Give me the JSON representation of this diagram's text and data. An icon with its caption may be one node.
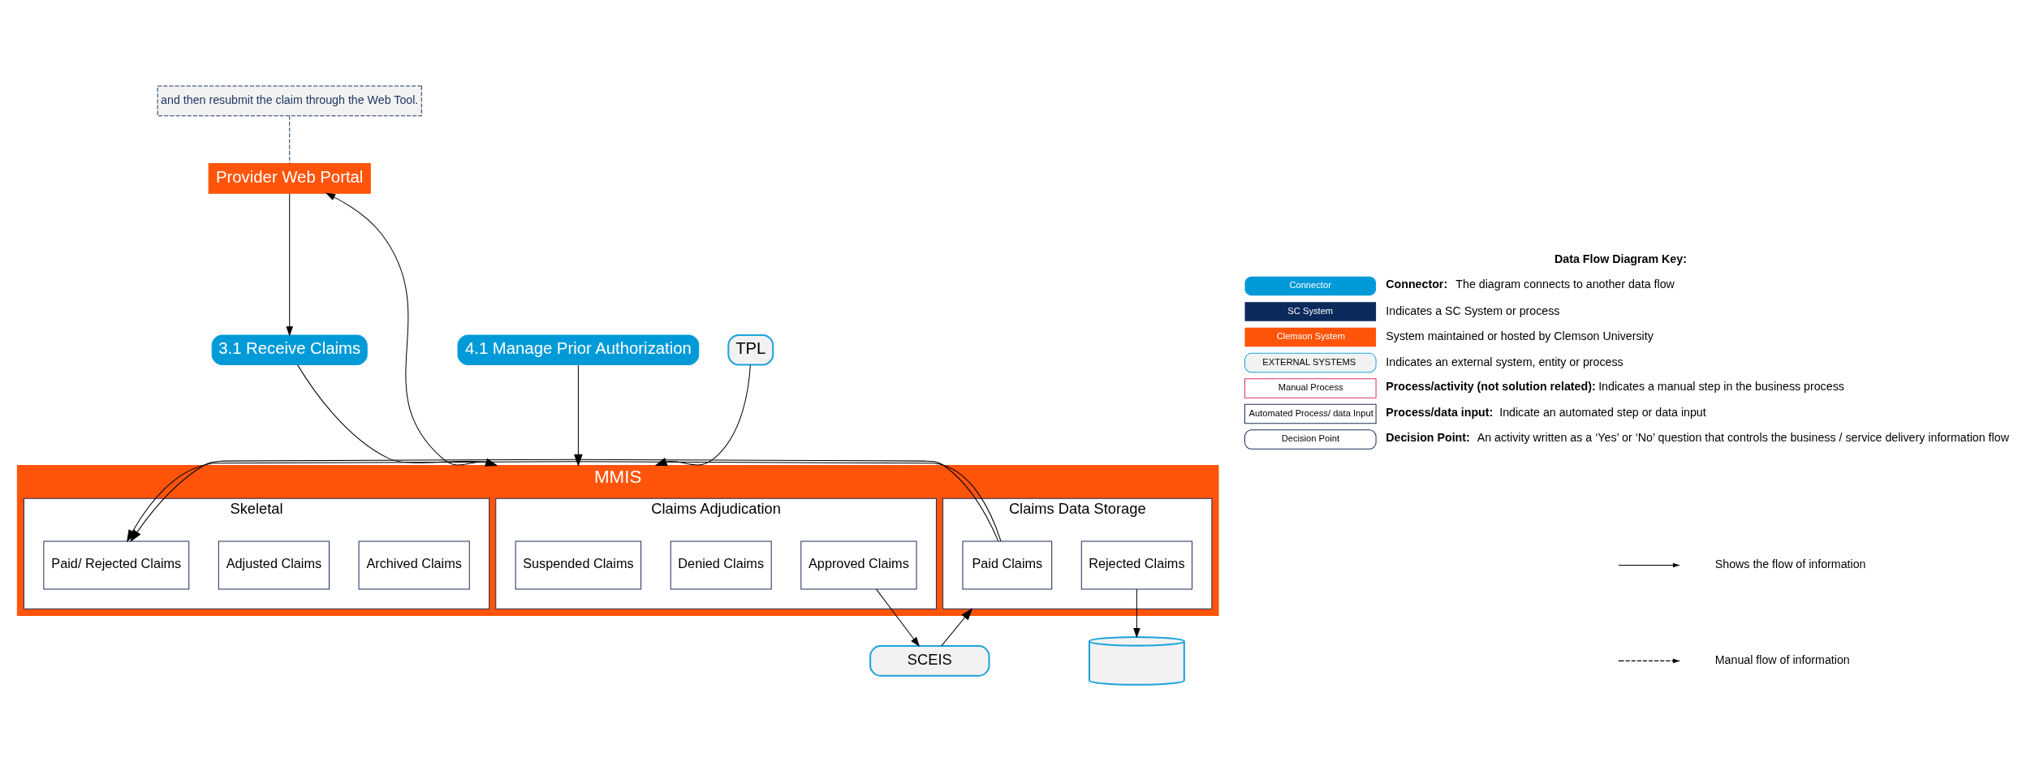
{
  "diagram": {
    "nodes": [
      {
        "text": [
          "and then resubmit the claim through the Web Tool."
        ]
      },
      {
        "text": [
          "Provider Web Portal"
        ]
      },
      {
        "text": [],
        "shape": "cylinder"
      },
      {
        "text": [
          "MMIS"
        ]
      },
      {
        "text": [
          "Claims Adjudication"
        ],
        "in": 3
      },
      {
        "text": [
          "Suspended Claims"
        ],
        "in": 4
      },
      {
        "text": [
          "Denied Claims"
        ],
        "in": 4
      },
      {
        "text": [
          "Approved Claims"
        ],
        "in": 4
      },
      {
        "text": [
          "Claims Data Storage"
        ],
        "in": 3
      },
      {
        "text": [
          "Paid Claims"
        ],
        "in": 8
      },
      {
        "text": [
          "Rejected Claims"
        ],
        "in": 8
      },
      {
        "text": [
          "Skeletal"
        ],
        "in": 3
      },
      {
        "text": [
          "Paid/ Rejected Claims"
        ],
        "in": 11
      },
      {
        "text": [
          "Adjusted Claims"
        ],
        "in": 11
      },
      {
        "text": [
          "Archived Claims"
        ],
        "in": 11
      },
      {
        "text": [
          "3.1 Receive Claims"
        ]
      },
      {
        "text": [
          "4.1 Manage Prior Authorization"
        ]
      },
      {
        "text": [
          "TPL"
        ]
      },
      {
        "text": [
          "SCEIS"
        ]
      }
    ],
    "edges": [
      {
        "from": 0,
        "to": 1,
        "arrow": "none",
        "style": "dashed",
        "color": "#1f3864"
      },
      {
        "from": 3,
        "to": 1,
        "arrow": "to"
      },
      {
        "from": 1,
        "to": 15,
        "arrow": "to"
      },
      {
        "from": 15,
        "to": 3,
        "arrow": "to"
      },
      {
        "from": 16,
        "to": 3,
        "arrow": "to"
      },
      {
        "from": 17,
        "to": 3,
        "arrow": "to"
      },
      {
        "from": 10,
        "to": 2,
        "arrow": "to"
      },
      {
        "from": 7,
        "to": 18,
        "arrow": "to"
      },
      {
        "from": 18,
        "to": 8,
        "arrow": "to"
      },
      {
        "from": 9,
        "to": 11,
        "arrow": "to"
      }
    ],
    "labels": [
      "Data Flow Diagram Key:",
      "Connector",
      "SC System",
      "Clemson System",
      "EXTERNAL SYSTEMS",
      "Manual Process",
      "Automated Process/ data Input",
      "Decision Point"
    ],
    "legend": [
      {
        "text": "**Connector:** The diagram connects to another data flow"
      },
      {
        "text": "Indicates a SC System or process",
        "color": "#0b2a5b"
      },
      {
        "text": "System maintained or hosted by Clemson University",
        "color": "#ff540a"
      },
      {
        "text": "Indicates an external system, entity or process"
      },
      {
        "text": "**Process/activity (not solution related):** Indicates a manual step in the business process"
      },
      {
        "text": "**Process/data input:** Indicate an automated step or data input"
      },
      {
        "text": "**Decision Point:** An activity written as a ‘Yes’ or ‘No’ question that controls the business / service delivery information flow"
      },
      {
        "text": "Shows the flow of information"
      },
      {
        "text": "Manual flow of information"
      }
    ]
  }
}
